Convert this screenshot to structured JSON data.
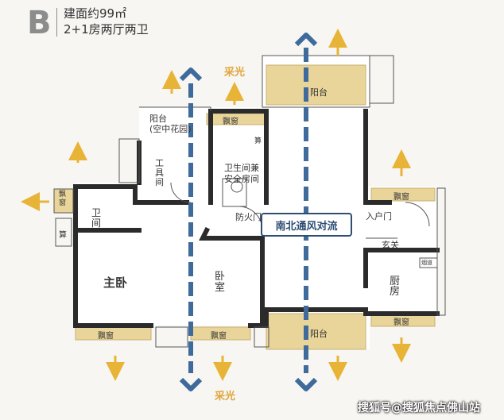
{
  "header": {
    "letter": "B",
    "line1": "建面约99㎡",
    "line2": "2+1房两厅两卫"
  },
  "rooms": {
    "balcony_garden": "阳台\n(空中花园)",
    "study": "工\n具\n间",
    "bath_safe": "卫生间兼\n安全房间",
    "fire_door": "防火门",
    "wc_small": "算",
    "wc_small2": "算",
    "bath_master": "卫\n间",
    "master_bed": "主卧",
    "bedroom": "卧\n室",
    "entry_door": "入户门",
    "foyer": "玄关",
    "kitchen": "厨\n房",
    "balcony_top": "阳台",
    "balcony_bottom": "阳台",
    "bay_window": "飘窗",
    "bay_window_left": "飘\n窗",
    "small_label": "烟道"
  },
  "annotations": {
    "light_top": "采光",
    "light_bottom": "采光",
    "ventilation": "南北通风对流"
  },
  "watermark": "搜狐号@搜狐焦点佛山站",
  "colors": {
    "wall": "#2b2b2b",
    "window": "#e9d59a",
    "arrow_blue": "#3e6a9c",
    "arrow_yellow": "#e8b437",
    "floor": "#ffffff"
  }
}
